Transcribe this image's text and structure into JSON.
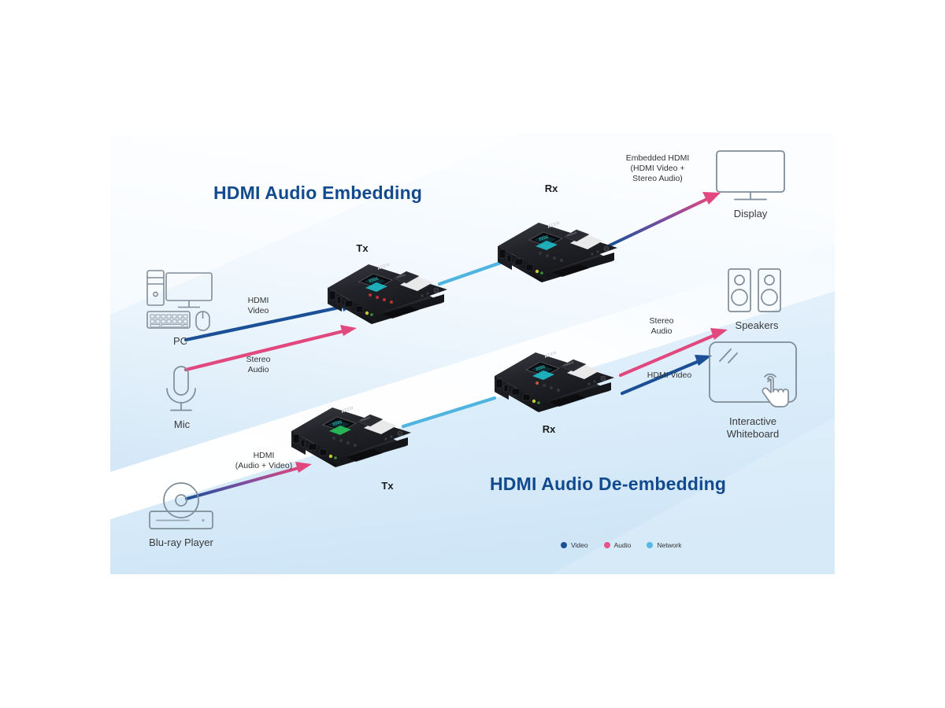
{
  "diagram": {
    "titles": {
      "embedding": "HDMI Audio Embedding",
      "deembedding": "HDMI Audio De-embedding"
    },
    "sources": [
      {
        "id": "pc",
        "label": "PC",
        "icon": "desktop-computer-icon"
      },
      {
        "id": "mic",
        "label": "Mic",
        "icon": "microphone-icon"
      },
      {
        "id": "bluray",
        "label": "Blu-ray Player",
        "icon": "bluray-player-icon"
      }
    ],
    "sinks": [
      {
        "id": "display",
        "label": "Display",
        "icon": "monitor-icon"
      },
      {
        "id": "speakers",
        "label": "Speakers",
        "icon": "speakers-icon"
      },
      {
        "id": "whiteboard",
        "label": "Interactive\nWhiteboard",
        "line1": "Interactive",
        "line2": "Whiteboard",
        "icon": "interactive-whiteboard-icon"
      }
    ],
    "devices": [
      {
        "id": "tx-top",
        "label": "Tx",
        "brand": "ATEN"
      },
      {
        "id": "rx-top",
        "label": "Rx",
        "brand": "ATEN"
      },
      {
        "id": "rx-bottom",
        "label": "Rx",
        "brand": "ATEN"
      },
      {
        "id": "tx-bottom",
        "label": "Tx",
        "brand": "ATEN"
      }
    ],
    "flows": [
      {
        "id": "pc-to-tx",
        "text": "HDMI\nVideo",
        "line1": "HDMI",
        "line2": "Video",
        "type": "video"
      },
      {
        "id": "mic-to-tx",
        "text": "Stereo\nAudio",
        "line1": "Stereo",
        "line2": "Audio",
        "type": "audio"
      },
      {
        "id": "rx-to-display",
        "text": "Embedded HDMI\n(HDMI Video +\nStereo Audio)",
        "line1": "Embedded HDMI",
        "line2": "(HDMI Video +",
        "line3": "Stereo Audio)",
        "type": "embedded"
      },
      {
        "id": "bluray-to-tx",
        "text": "HDMI\n(Audio + Video)",
        "line1": "HDMI",
        "line2": "(Audio + Video)",
        "type": "embedded"
      },
      {
        "id": "rx-to-speakers",
        "text": "Stereo\nAudio",
        "line1": "Stereo",
        "line2": "Audio",
        "type": "audio"
      },
      {
        "id": "rx-to-whiteboard",
        "text": "HDMI Video",
        "line1": "HDMI Video",
        "type": "video"
      }
    ],
    "legend": {
      "items": [
        {
          "label": "Video",
          "color": "#1b4f96"
        },
        {
          "label": "Audio",
          "color": "#e8538c"
        },
        {
          "label": "Network",
          "color": "#56b9e3"
        }
      ]
    },
    "colors": {
      "video": "#1b4f96",
      "audio": "#e0487e",
      "network": "#4fb5e0",
      "title": "#134a8e",
      "background_light": "#ffffff",
      "background_blue": "#d8eaf8",
      "icon_stroke": "#7e8b96",
      "device_body": "#1c1c20"
    }
  }
}
